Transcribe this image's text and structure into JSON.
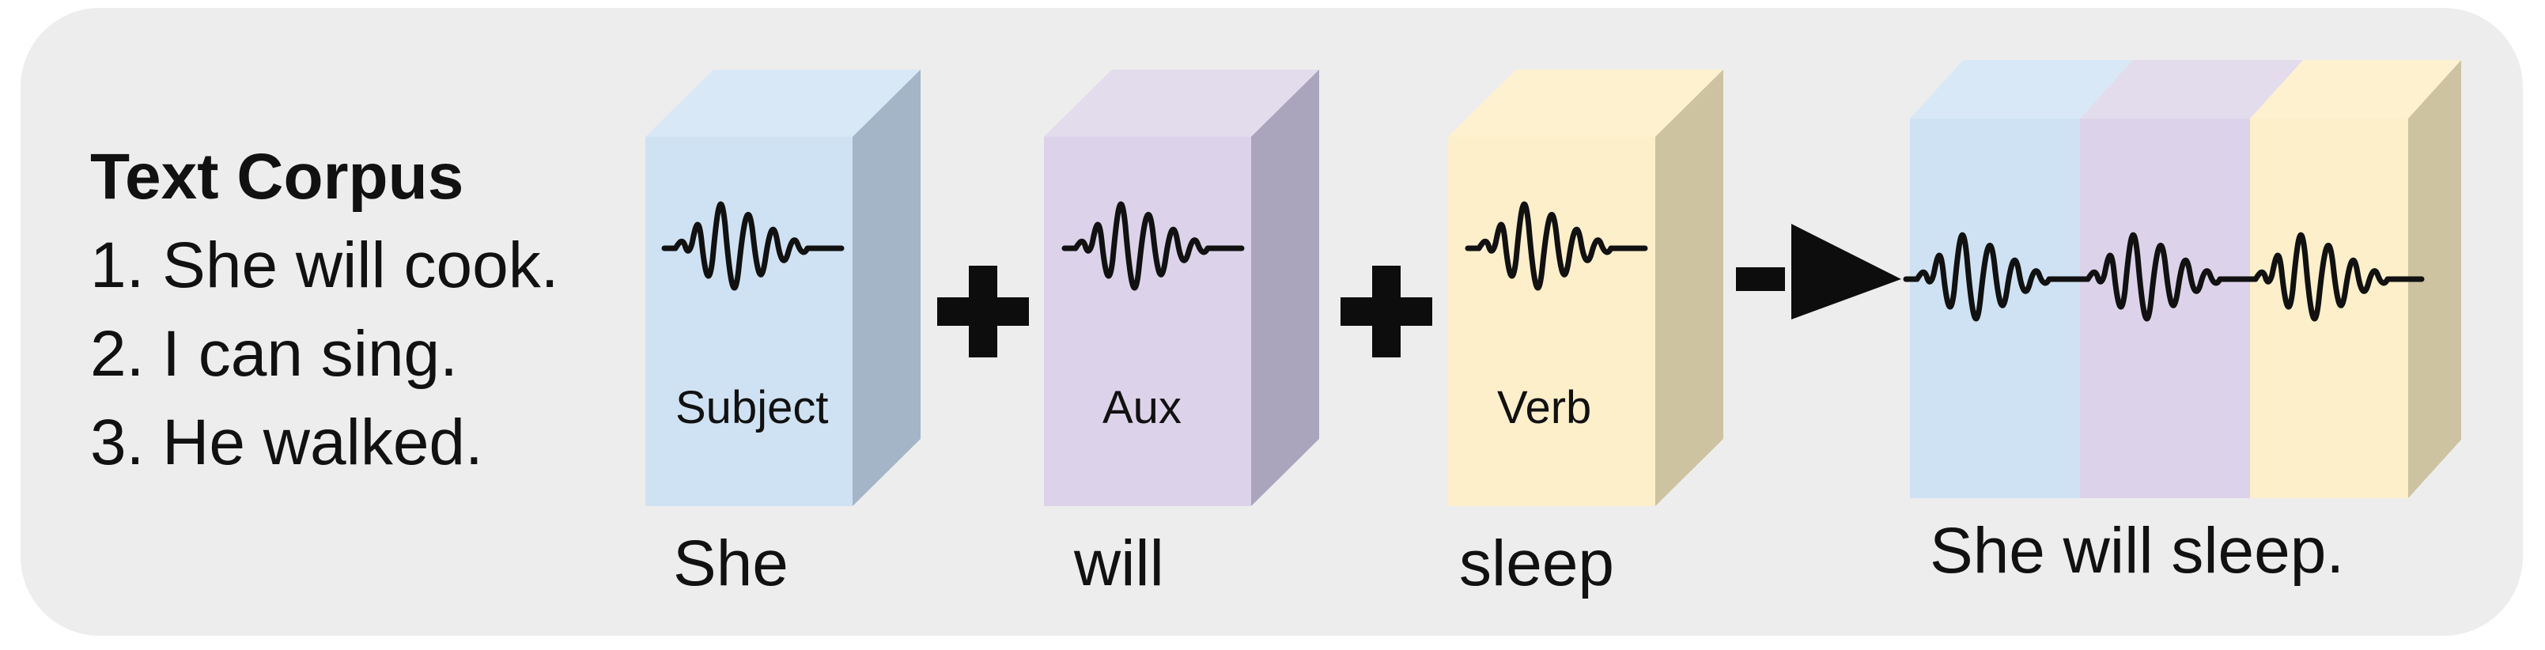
{
  "corpus": {
    "title": "Text Corpus",
    "lines": [
      "1. She will cook.",
      "2. I can sing.",
      "3. He walked."
    ]
  },
  "blocks": [
    {
      "category": "Subject",
      "word": "She",
      "color": "#cfe2f3",
      "top_color": "#d9e8f6",
      "side_color": "#a3b5c7"
    },
    {
      "category": "Aux",
      "word": "will",
      "color": "#dcd3ea",
      "top_color": "#e2dcec",
      "side_color": "#aaa5bd"
    },
    {
      "category": "Verb",
      "word": "sleep",
      "color": "#fcefca",
      "top_color": "#fdf1d0",
      "side_color": "#cdc3a0"
    }
  ],
  "operators": [
    "plus",
    "plus",
    "arrow"
  ],
  "result": {
    "sentence": "She will sleep."
  },
  "icons": {
    "waveform": "waveform-icon",
    "plus": "plus-icon",
    "arrow": "arrow-right-icon"
  }
}
